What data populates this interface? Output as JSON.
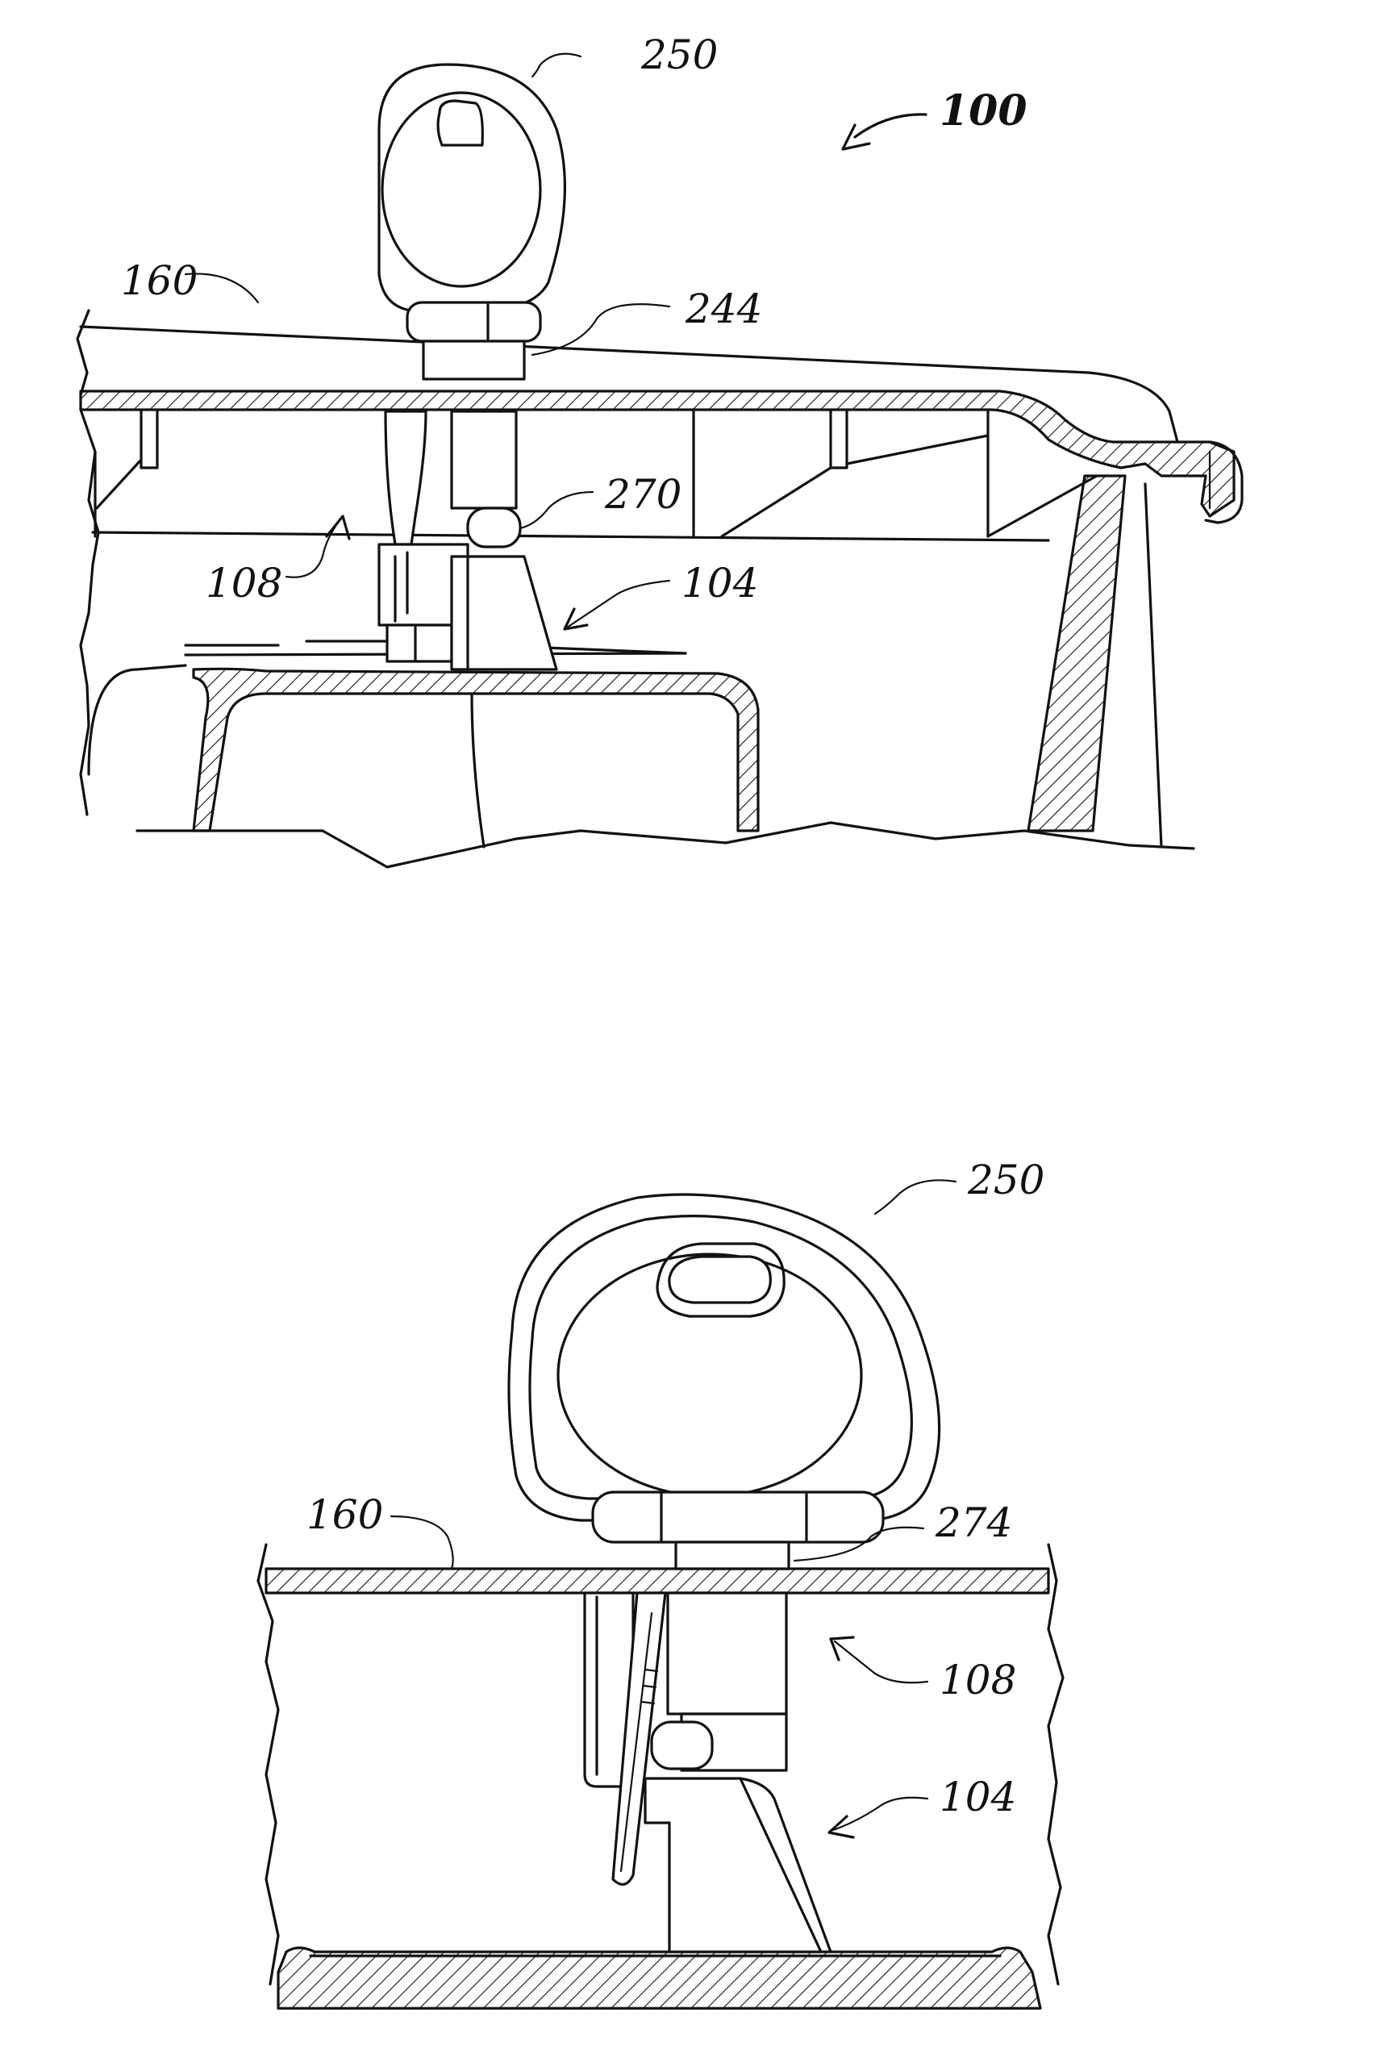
{
  "colors": {
    "ink": "#111111",
    "background": "#ffffff"
  },
  "figure_top": {
    "labels": {
      "assembly": "100",
      "key_head": "250",
      "lid": "160",
      "collar": "244",
      "detent": "270",
      "latch": "108",
      "base": "104"
    }
  },
  "figure_bottom": {
    "labels": {
      "key_head": "250",
      "lid": "160",
      "collar": "274",
      "latch": "108",
      "base": "104"
    }
  }
}
